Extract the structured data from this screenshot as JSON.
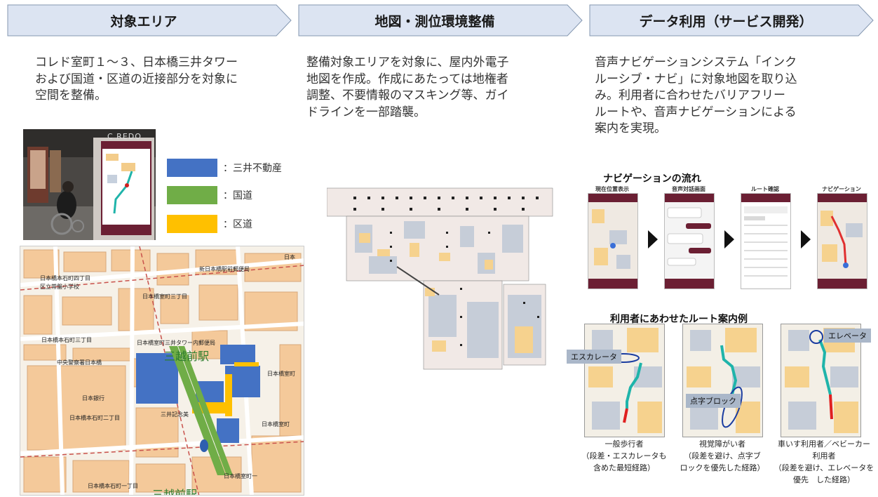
{
  "colors": {
    "header_fill": "#dce4f2",
    "header_stroke": "#8497b0",
    "mitsui": "#4472c4",
    "national_road": "#70ad47",
    "ward_road": "#ffc000",
    "app_maroon": "#6b1f33",
    "route_teal": "#1fb4aa"
  },
  "headers": [
    {
      "label": "対象エリア"
    },
    {
      "label": "地図・測位環境整備"
    },
    {
      "label": "データ利用（サービス開発）"
    }
  ],
  "col1": {
    "description": [
      "コレド室町１～３、日本橋三井タワー",
      "および国道・区道の近接部分を対象に",
      "空間を整備。"
    ],
    "photo": {
      "sign_text": "C REDO"
    },
    "legend": [
      {
        "label": "：三井不動産",
        "color": "#4472c4"
      },
      {
        "label": "：国道",
        "color": "#70ad47"
      },
      {
        "label": "：区道",
        "color": "#ffc000"
      }
    ],
    "map_labels": {
      "l1": "新日本橋駅前郵便局",
      "l2": "日本橋本石町四丁目",
      "l3": "区立常盤小学校",
      "l4": "日本橋室町三丁目",
      "l5": "日本橋室町三井タワー内郵便局",
      "l6": "日本橋本石町三丁目",
      "l7": "三越前駅",
      "l8": "中央警察署日本橋",
      "l9": "日本銀行",
      "l10": "日本橋本石町二丁目",
      "l11": "三井記念美",
      "l12": "日本橋室町",
      "l13": "日本橋室町",
      "l14": "日本橋本石町一丁目",
      "l15": "日本橋室町一",
      "l16": "日本",
      "l17": "三越前駅"
    }
  },
  "col2": {
    "description": [
      "整備対象エリアを対象に、屋内外電子",
      "地図を作成。作成にあたっては地権者",
      "調整、不要情報のマスキング等、ガイ",
      "ドラインを一部踏襲。"
    ]
  },
  "col3": {
    "description": [
      "音声ナビゲーションシステム「インク",
      "ルーシブ・ナビ」に対象地図を取り込",
      "み。利用者に合わせたバリアフリー",
      "ルートや、音声ナビゲーションによる",
      "案内を実現。"
    ],
    "nav_flow_title": "ナビゲーションの流れ",
    "screens": [
      {
        "label": "現在位置表示"
      },
      {
        "label": "音声対話画面"
      },
      {
        "label": "ルート確認"
      },
      {
        "label": "ナビゲーション"
      }
    ],
    "route_title": "利用者にあわせたルート案内例",
    "route_examples": [
      {
        "callout": "エスカレータ",
        "caption": [
          "一般歩行者",
          "（段差・エスカレータも",
          "含めた最短経路）"
        ]
      },
      {
        "callout": "点字ブロック",
        "caption": [
          "視覚障がい者",
          "（段差を避け、点字ブ",
          "ロックを優先した経路）"
        ]
      },
      {
        "callout": "エレベータ",
        "caption": [
          "車いす利用者／ベビーカー",
          "利用者",
          "（段差を避け、エレベータを",
          "優先　した経路）"
        ]
      }
    ]
  }
}
